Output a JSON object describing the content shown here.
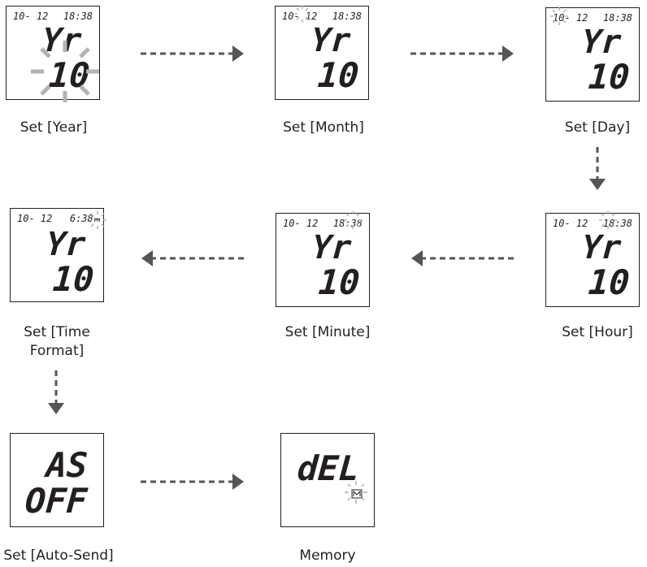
{
  "steps": [
    {
      "caption": "Set [Year]",
      "date": "10- 12",
      "time": "18:38",
      "line1": "Yr",
      "line2": "10",
      "flash": "year-value"
    },
    {
      "caption": "Set [Month]",
      "date": "10- 12",
      "time": "18:38",
      "line1": "Yr",
      "line2": "10",
      "flash": "month"
    },
    {
      "caption": "Set [Day]",
      "date": "10- 12",
      "time": "18:38",
      "line1": "Yr",
      "line2": "10",
      "flash": "day"
    },
    {
      "caption": "Set [Hour]",
      "date": "10- 12",
      "time": "18:38",
      "line1": "Yr",
      "line2": "10",
      "flash": "hour"
    },
    {
      "caption": "Set [Minute]",
      "date": "10- 12",
      "time": "18:38",
      "line1": "Yr",
      "line2": "10",
      "flash": "minute"
    },
    {
      "caption_line1": "Set [Time",
      "caption_line2": "Format]",
      "date": "10- 12",
      "time": "6:38",
      "pm": "PM",
      "line1": "Yr",
      "line2": "10",
      "flash": "pm"
    },
    {
      "caption": "Set [Auto-Send]",
      "line1": "AS",
      "line2": "OFF",
      "flash": "none"
    },
    {
      "caption": "Memory",
      "line1": "dEL",
      "flash": "memory-icon"
    }
  ],
  "colors": {
    "line": "#231f20",
    "arrow": "#555555",
    "flash": "#b3b3b3"
  }
}
